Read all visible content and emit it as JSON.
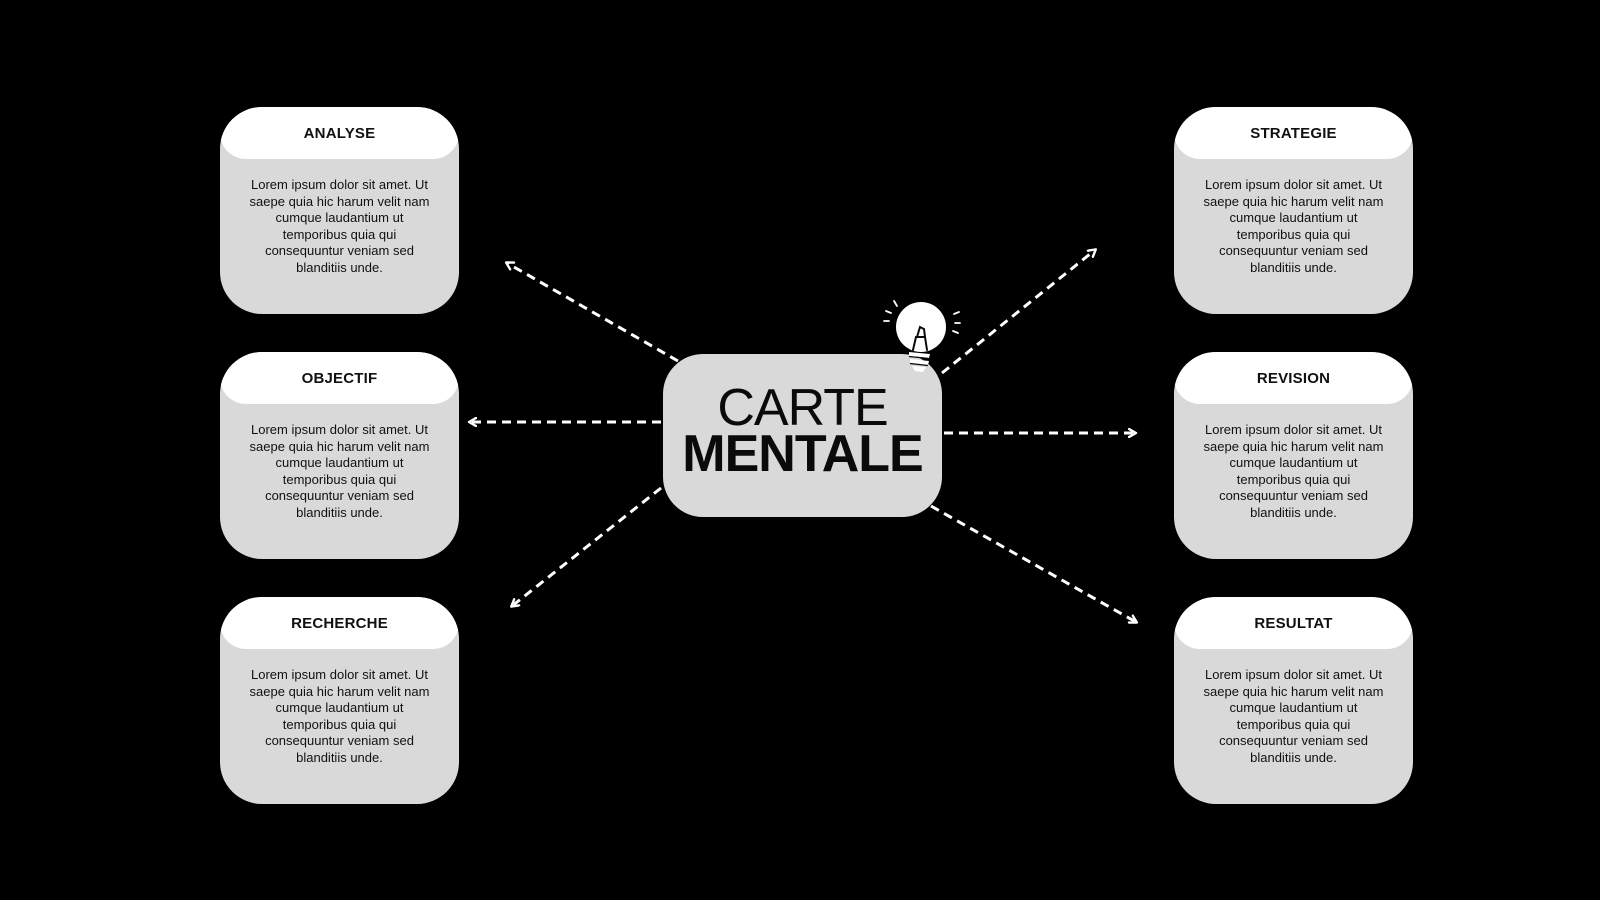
{
  "center": {
    "line1": "CARTE",
    "line2": "MENTALE"
  },
  "nodes": [
    {
      "title": "ANALYSE",
      "body": "Lorem ipsum dolor sit amet. Ut saepe quia hic harum velit nam cumque laudantium ut temporibus quia qui consequuntur veniam sed blanditiis unde."
    },
    {
      "title": "OBJECTIF",
      "body": "Lorem ipsum dolor sit amet. Ut saepe quia hic harum velit nam cumque laudantium ut temporibus quia qui consequuntur veniam sed blanditiis unde."
    },
    {
      "title": "RECHERCHE",
      "body": "Lorem ipsum dolor sit amet. Ut saepe quia hic harum velit nam cumque laudantium ut temporibus quia qui consequuntur veniam sed blanditiis unde."
    },
    {
      "title": "STRATEGIE",
      "body": "Lorem ipsum dolor sit amet. Ut saepe quia hic harum velit nam cumque laudantium ut temporibus quia qui consequuntur veniam sed blanditiis unde."
    },
    {
      "title": "REVISION",
      "body": "Lorem ipsum dolor sit amet. Ut saepe quia hic harum velit nam cumque laudantium ut temporibus quia qui consequuntur veniam sed blanditiis unde."
    },
    {
      "title": "RESULTAT",
      "body": "Lorem ipsum dolor sit amet. Ut saepe quia hic harum velit nam cumque laudantium ut temporibus quia qui consequuntur veniam sed blanditiis unde."
    }
  ],
  "colors": {
    "background": "#000000",
    "card": "#d9d9d9",
    "card_header": "#ffffff",
    "connector": "#ffffff",
    "text": "#111111"
  },
  "icons": {
    "center_decoration": "lightbulb-icon"
  }
}
